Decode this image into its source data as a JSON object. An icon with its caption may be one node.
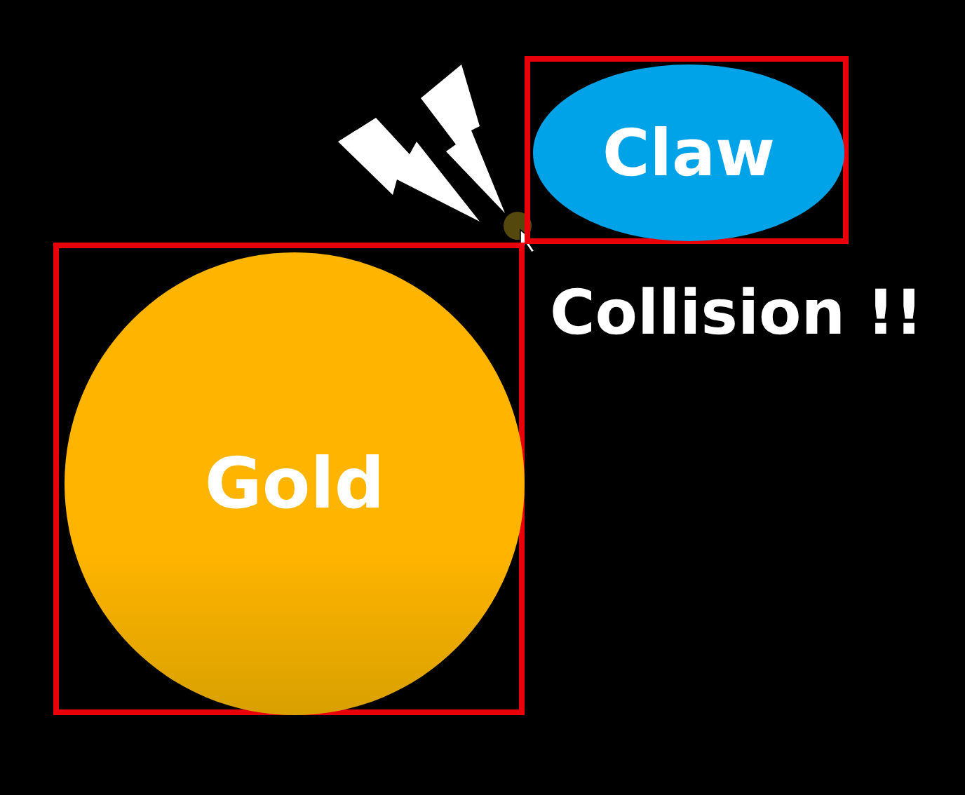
{
  "diagram": {
    "nodes": [
      {
        "text": [],
        "shape": "box"
      },
      {
        "text": [
          "Claw"
        ],
        "in": 0
      },
      {
        "text": [],
        "shape": "box"
      },
      {
        "text": [
          "Gold"
        ],
        "in": 2
      }
    ],
    "labels": [
      "Collision !!"
    ]
  }
}
